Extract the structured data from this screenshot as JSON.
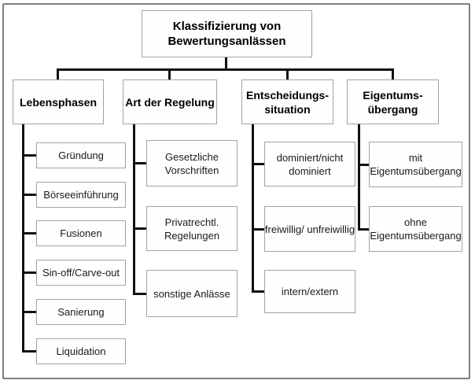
{
  "diagram": {
    "title": "Klassifizierung von\nBewertungsanlässen",
    "columns": [
      {
        "header": "Lebensphasen",
        "children": [
          "Gründung",
          "Börseeinführung",
          "Fusionen",
          "Sin-off/Carve-out",
          "Sanierung",
          "Liquidation"
        ]
      },
      {
        "header": "Art der Regelung",
        "children": [
          "Gesetzliche\nVorschriften",
          "Privatrechtl.\nRegelungen",
          "sonstige Anlässe"
        ]
      },
      {
        "header": "Entscheidungs-\nsituation",
        "children": [
          "dominiert/nicht\ndominiert",
          "freiwillig/ unfreiwillig",
          "intern/extern"
        ]
      },
      {
        "header": "Eigentums-\nübergang",
        "children": [
          "mit\nEigentumsübergang",
          "ohne\nEigentumsübergang"
        ]
      }
    ],
    "colors": {
      "frame_border": "#7f7f7f",
      "box_border": "#a3a3a3",
      "box_fill": "#fefefe",
      "connector": "#111111",
      "text": "#1a1a1a"
    }
  }
}
